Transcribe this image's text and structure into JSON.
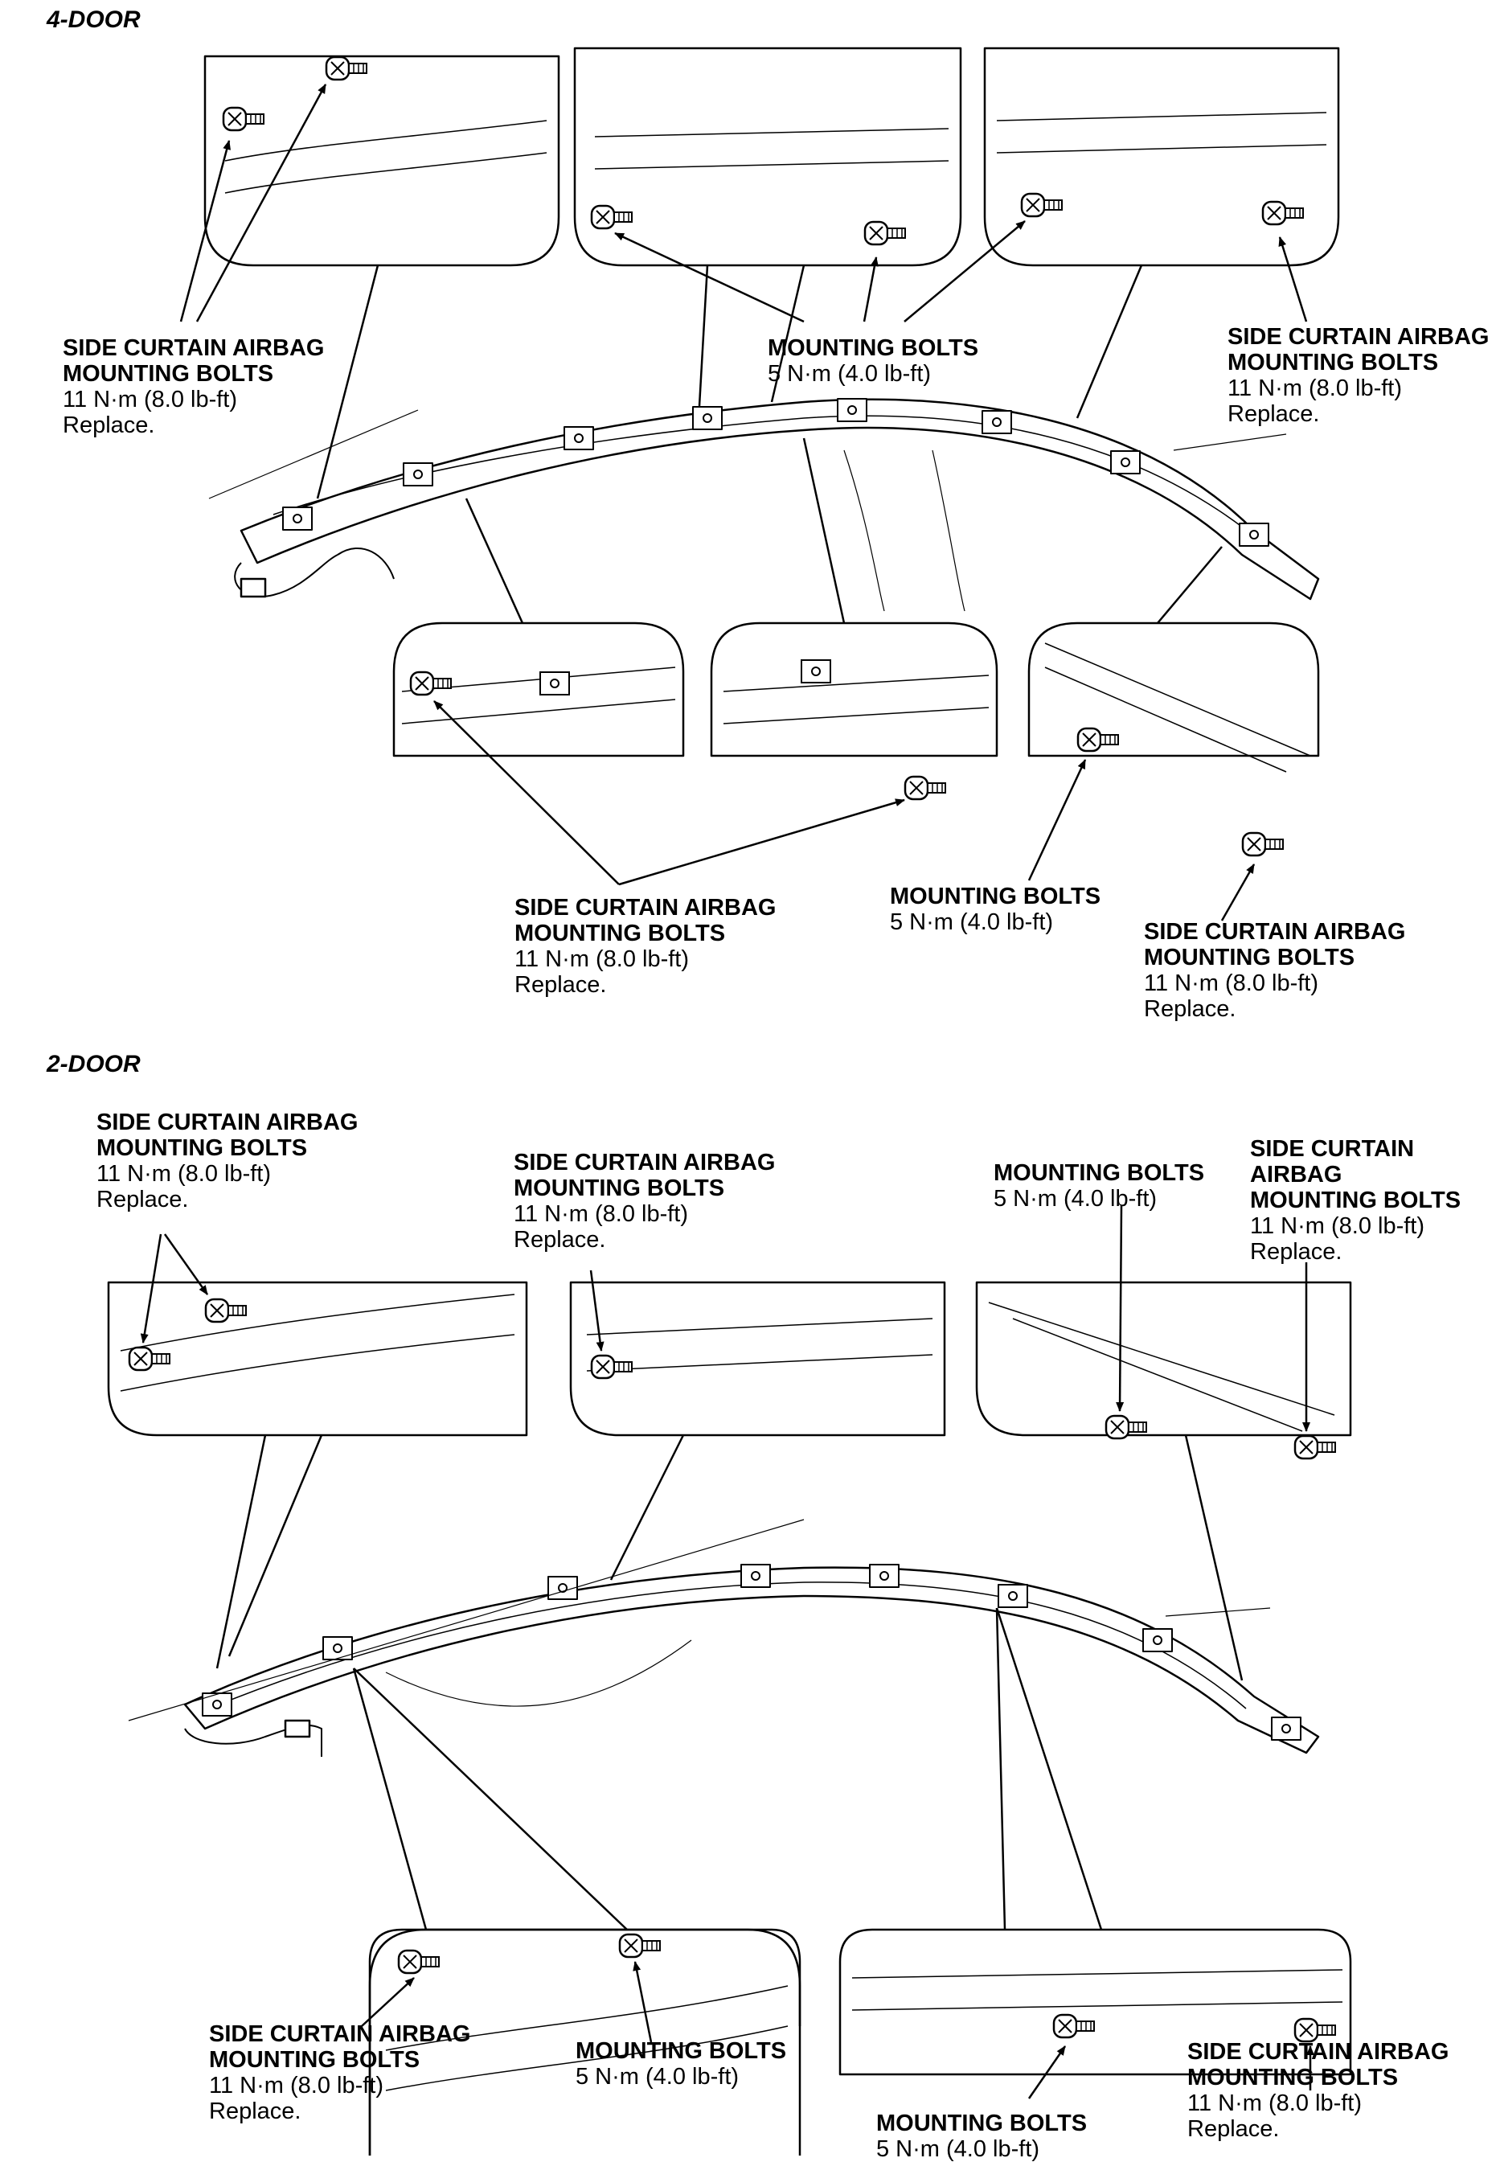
{
  "sections": {
    "four_door": {
      "title": "4-DOOR"
    },
    "two_door": {
      "title": "2-DOOR"
    }
  },
  "labels": {
    "side_curtain_airbag": "SIDE CURTAIN AIRBAG",
    "mounting_bolts": "MOUNTING BOLTS",
    "torque_11": "11 N·m (8.0 lb-ft)",
    "torque_5": "5 N·m (4.0 lb-ft)",
    "replace": "Replace.",
    "side_curtain": "SIDE CURTAIN",
    "airbag": "AIRBAG"
  }
}
